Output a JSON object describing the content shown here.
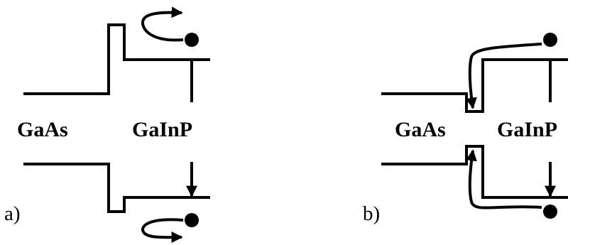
{
  "panel_a": {
    "label": "a)",
    "left_material": "GaAs",
    "right_material": "GaInP"
  },
  "panel_b": {
    "label": "b)",
    "left_material": "GaAs",
    "right_material": "GaInP"
  },
  "colors": {
    "stroke": "#000000",
    "background": "#ffffff"
  }
}
